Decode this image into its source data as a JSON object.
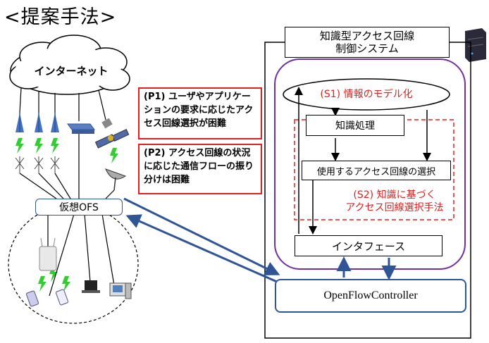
{
  "title": "<提案手法>",
  "cloud": {
    "label": "インターネット"
  },
  "problems": [
    {
      "text": "(P1) ユーザやアプリケーションの要求に応じたアクセス回線選択が困難"
    },
    {
      "text": "(P2) アクセス回線の状況に応じた通信フローの振り分けは困難"
    }
  ],
  "system": {
    "label_line1": "知識型アクセス回線",
    "label_line2": "制御システム",
    "s1": "(S1) 情報のモデル化",
    "knowledge": "知識処理",
    "selection": "使用するアクセス回線の選択",
    "s2_line1": "(S2) 知識に基づく",
    "s2_line2": "アクセス回線選択手法",
    "interface": "インタフェース",
    "controller": "OpenFlowController"
  },
  "ofs": {
    "label": "仮想OFS"
  },
  "colors": {
    "red": "#e02020",
    "purple": "#7030a0",
    "blue": "#2f5597",
    "green": "#33cc33"
  }
}
